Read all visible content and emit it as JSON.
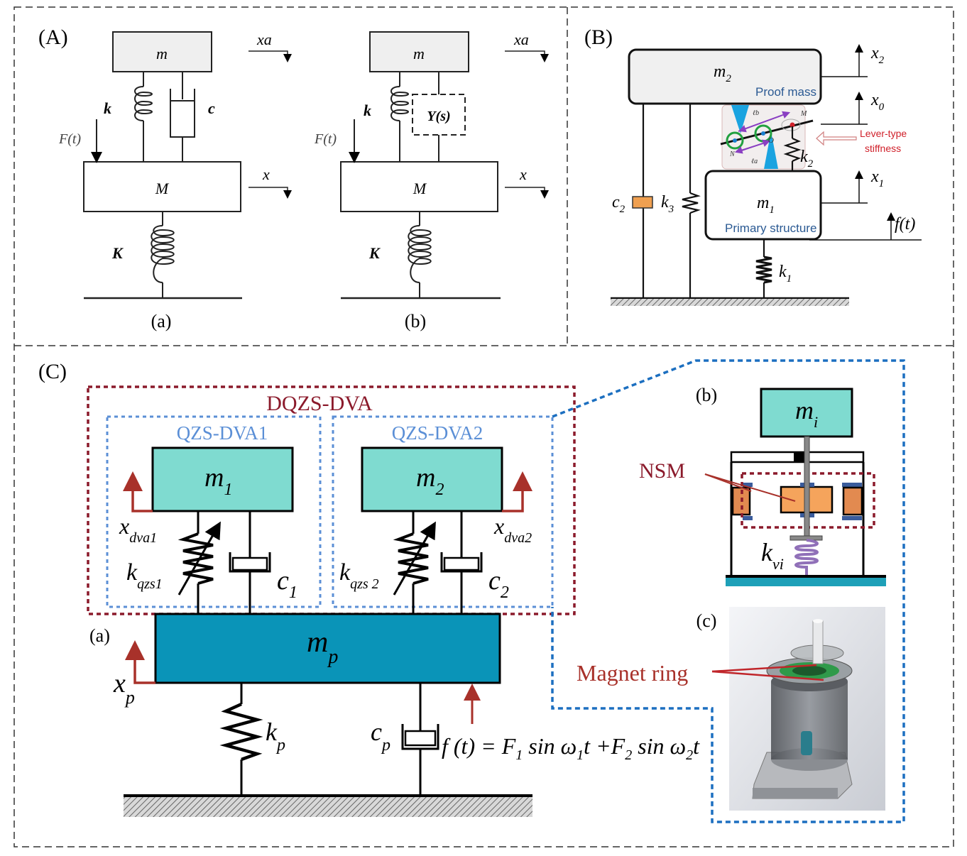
{
  "panelA": {
    "label": "(A)",
    "sub_a": {
      "caption": "(a)",
      "absorber_mass": "m",
      "main_mass": "M",
      "absorber_stiffness": "k",
      "absorber_damping": "c",
      "main_stiffness": "K",
      "force": "F(t)",
      "absorber_disp": "xa",
      "main_disp": "x"
    },
    "sub_b": {
      "caption": "(b)",
      "absorber_mass": "m",
      "main_mass": "M",
      "absorber_stiffness": "k",
      "network": "Y(s)",
      "main_stiffness": "K",
      "force": "F(t)",
      "absorber_disp": "xa",
      "main_disp": "x"
    }
  },
  "panelB": {
    "label": "(B)",
    "proof_mass": {
      "symbol": "m",
      "sub": "2",
      "name": "Proof mass"
    },
    "primary": {
      "symbol": "m",
      "sub": "1",
      "name": "Primary structure"
    },
    "disp_top": {
      "symbol": "x",
      "sub": "2"
    },
    "disp_mid": {
      "symbol": "x",
      "sub": "0"
    },
    "disp_bot": {
      "symbol": "x",
      "sub": "1"
    },
    "force": "f(t)",
    "k1": {
      "symbol": "k",
      "sub": "1"
    },
    "k2": {
      "symbol": "k",
      "sub": "2"
    },
    "k3": {
      "symbol": "k",
      "sub": "3"
    },
    "c2": {
      "symbol": "c",
      "sub": "2"
    },
    "lever": {
      "N": "N",
      "O": "O",
      "M": "M",
      "la": "ℓa",
      "lb": "ℓb"
    },
    "lever_label_1": "Lever-type",
    "lever_label_2": "stiffness"
  },
  "panelC": {
    "label": "(C)",
    "outer_box": "DQZS-DVA",
    "dva1": {
      "title": "QZS-DVA1",
      "mass": {
        "symbol": "m",
        "sub": "1"
      },
      "disp": {
        "symbol": "x",
        "sub": "dva1"
      },
      "stiffness": {
        "symbol": "k",
        "sub": "qzs1"
      },
      "damping": {
        "symbol": "c",
        "sub": "1"
      }
    },
    "dva2": {
      "title": "QZS-DVA2",
      "mass": {
        "symbol": "m",
        "sub": "2"
      },
      "disp": {
        "symbol": "x",
        "sub": "dva2"
      },
      "stiffness": {
        "symbol": "k",
        "sub": "qzs 2"
      },
      "damping": {
        "symbol": "c",
        "sub": "2"
      }
    },
    "sub_a_label": "(a)",
    "primary": {
      "mass": {
        "symbol": "m",
        "sub": "p"
      },
      "disp": {
        "symbol": "x",
        "sub": "p"
      },
      "stiffness": {
        "symbol": "k",
        "sub": "p"
      },
      "damping": {
        "symbol": "c",
        "sub": "p"
      }
    },
    "force_eq": {
      "lhs": "f (t) = F",
      "s1": "1",
      "mid1": " sin ω",
      "s2": "1",
      "mid2": "t +F",
      "s3": "2",
      "mid3": " sin ω",
      "s4": "2",
      "end": "t"
    },
    "sub_b": {
      "label": "(b)",
      "mass": {
        "symbol": "m",
        "sub": "i"
      },
      "nsm": "NSM",
      "spring": {
        "symbol": "k",
        "sub": "vi"
      }
    },
    "sub_c": {
      "label": "(c)",
      "magnet": "Magnet ring"
    }
  },
  "colors": {
    "dark_red": "#8b1a2b",
    "arrow_red": "#a8312a",
    "blue_dash": "#5b8fd6",
    "deep_blue_dash": "#1c6fc0",
    "teal_mass": "#7fdbd0",
    "primary_teal": "#0a94b8",
    "orange": "#f0a050",
    "text_blue": "#2b5a93",
    "lever_red": "#d0202a"
  }
}
